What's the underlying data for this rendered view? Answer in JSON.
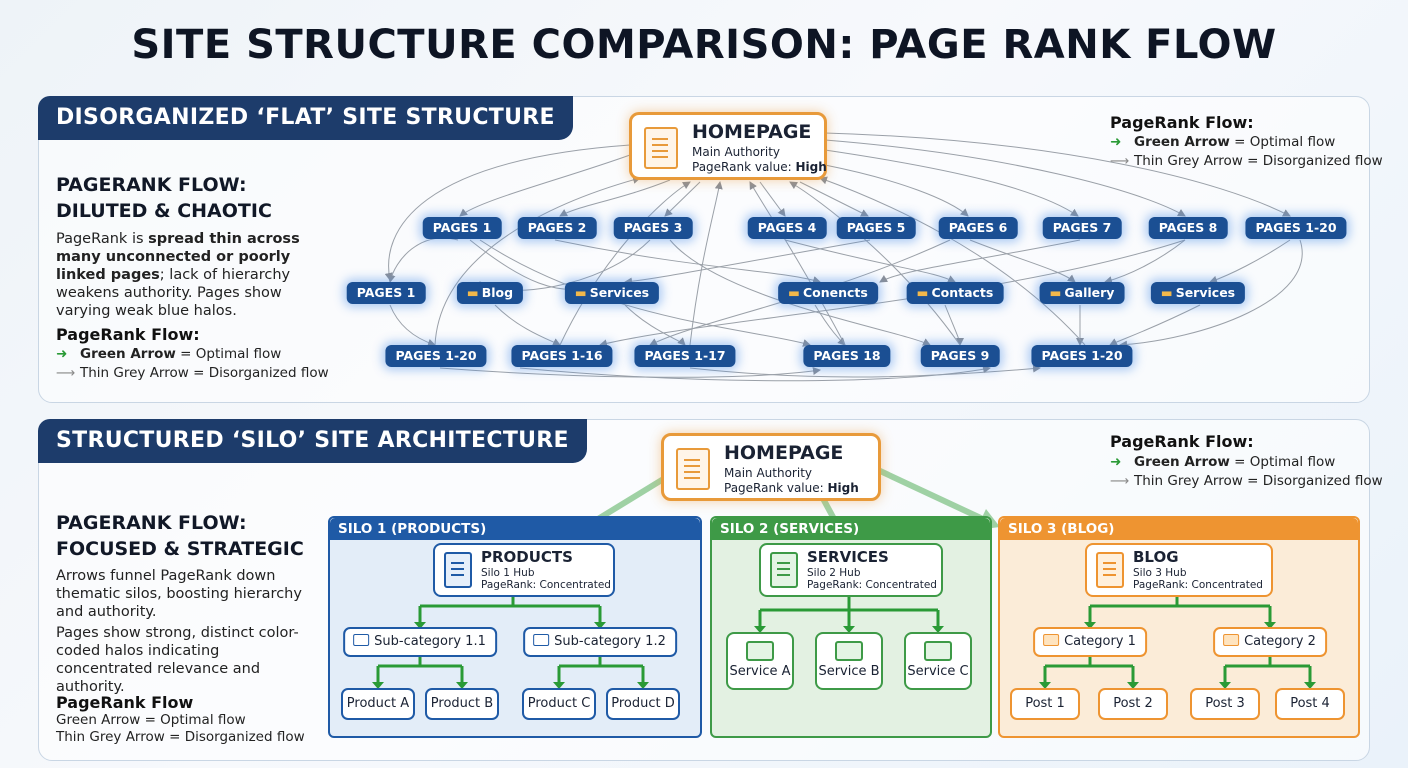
{
  "title": "SITE STRUCTURE COMPARISON: PAGE RANK FLOW",
  "colors": {
    "navy": "#1d3c6b",
    "pill_blue": "#1b4f93",
    "green": "#2a9a36",
    "orange": "#e89a3a",
    "silo1": "#1f5aa6",
    "silo2": "#3e9a47",
    "silo3": "#ee9431"
  },
  "legend": {
    "title": "PageRank Flow:",
    "green_label": "Green Arrow",
    "green_text": " = Optimal flow",
    "grey_text": "Thin Grey Arrow = Disorganized flow"
  },
  "flat": {
    "banner": "DISORGANIZED ‘FLAT’ SITE STRUCTURE",
    "heading_1": "PAGERANK FLOW:",
    "heading_2": "DILUTED & CHAOTIC",
    "body_1": "PageRank is ",
    "body_bold": "spread thin across many unconnected or poorly linked pages",
    "body_2": "; lack of hierarchy weakens authority. Pages show varying weak blue halos.",
    "legend_title": "PageRank Flow:",
    "legend_green_label": "Green Arrow",
    "legend_green_text": " = Optimal flow",
    "legend_grey": "Thin Grey Arrow = Disorganized flow",
    "homepage": {
      "title": "HOMEPAGE",
      "line1": "Main Authority",
      "line2_prefix": "PageRank value: ",
      "line2_value": "High"
    },
    "row1": [
      "PAGES 1",
      "PAGES 2",
      "PAGES 3",
      "PAGES 4",
      "PAGES 5",
      "PAGES 6",
      "PAGES 7",
      "PAGES 8",
      "PAGES 1-20"
    ],
    "row2": [
      "PAGES 1",
      "Blog",
      "Services",
      "Conencts",
      "Contacts",
      "Gallery",
      "Services"
    ],
    "row3": [
      "PAGES 1-20",
      "PAGES 1-16",
      "PAGES 1-17",
      "PAGES 18",
      "PAGES 9",
      "PAGES 1-20"
    ]
  },
  "silo": {
    "banner": "STRUCTURED ‘SILO’ SITE ARCHITECTURE",
    "heading_1": "PAGERANK FLOW:",
    "heading_2": "FOCUSED & STRATEGIC",
    "body_a": "Arrows funnel PageRank down thematic silos, boosting hierarchy and authority.",
    "body_b": "Pages show strong, distinct color-coded halos indicating concentrated relevance and authority.",
    "legend_title": "PageRank Flow",
    "legend_green": "Green Arrow = Optimal flow",
    "legend_grey": "Thin Grey Arrow = Disorganized flow",
    "homepage": {
      "title": "HOMEPAGE",
      "line1": "Main Authority",
      "line2_prefix": "PageRank value: ",
      "line2_value": "High"
    },
    "silo1": {
      "header": "SILO 1 (PRODUCTS)",
      "hub": "PRODUCTS",
      "hub_sub1": "Silo 1 Hub",
      "hub_sub2": "PageRank: Concentrated",
      "cats": [
        "Sub-category 1.1",
        "Sub-category 1.2"
      ],
      "leaves": [
        "Product A",
        "Product B",
        "Product C",
        "Product D"
      ]
    },
    "silo2": {
      "header": "SILO 2 (SERVICES)",
      "hub": "SERVICES",
      "hub_sub1": "Silo 2 Hub",
      "hub_sub2": "PageRank: Concentrated",
      "leaves": [
        "Service A",
        "Service B",
        "Service C"
      ]
    },
    "silo3": {
      "header": "SILO 3 (BLOG)",
      "hub": "BLOG",
      "hub_sub1": "Silo 3 Hub",
      "hub_sub2": "PageRank: Concentrated",
      "cats": [
        "Category 1",
        "Category 2"
      ],
      "leaves": [
        "Post 1",
        "Post 2",
        "Post 3",
        "Post 4"
      ]
    }
  }
}
